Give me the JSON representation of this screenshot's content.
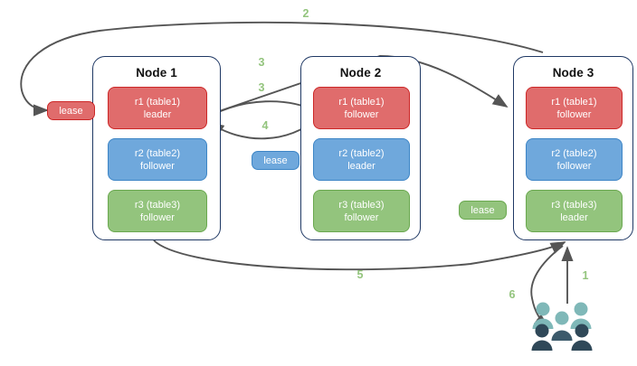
{
  "diagram": {
    "title": "Distributed range lease / replica diagram",
    "background": "#ffffff",
    "colors": {
      "red_fill": "#e06c6c",
      "red_stroke": "#cc2727",
      "blue_fill": "#6fa8dc",
      "blue_stroke": "#3d85c6",
      "green_fill": "#93c47d",
      "green_stroke": "#6aa84f",
      "node_border": "#1f3864",
      "edge_stroke": "#555555",
      "label_green": "#93c47d",
      "users_light": "#7fb8b8",
      "users_dark": "#2f4858"
    }
  },
  "nodes": [
    {
      "id": "node-1",
      "title": "Node 1",
      "replicas": [
        {
          "id": "n1-r1",
          "color": "red",
          "line1": "r1 (table1)",
          "line2": "leader"
        },
        {
          "id": "n1-r2",
          "color": "blue",
          "line1": "r2 (table2)",
          "line2": "follower"
        },
        {
          "id": "n1-r3",
          "color": "green",
          "line1": "r3 (table3)",
          "line2": "follower"
        }
      ]
    },
    {
      "id": "node-2",
      "title": "Node 2",
      "replicas": [
        {
          "id": "n2-r1",
          "color": "red",
          "line1": "r1 (table1)",
          "line2": "follower"
        },
        {
          "id": "n2-r2",
          "color": "blue",
          "line1": "r2 (table2)",
          "line2": "leader"
        },
        {
          "id": "n2-r3",
          "color": "green",
          "line1": "r3 (table3)",
          "line2": "follower"
        }
      ]
    },
    {
      "id": "node-3",
      "title": "Node 3",
      "replicas": [
        {
          "id": "n3-r1",
          "color": "red",
          "line1": "r1 (table1)",
          "line2": "follower"
        },
        {
          "id": "n3-r2",
          "color": "blue",
          "line1": "r2 (table2)",
          "line2": "follower"
        },
        {
          "id": "n3-r3",
          "color": "green",
          "line1": "r3 (table3)",
          "line2": "leader"
        }
      ]
    }
  ],
  "leases": [
    {
      "id": "lease-red",
      "label": "lease",
      "color": "red"
    },
    {
      "id": "lease-blue",
      "label": "lease",
      "color": "blue"
    },
    {
      "id": "lease-green",
      "label": "lease",
      "color": "green"
    }
  ],
  "edge_labels": [
    {
      "id": "edge-label-2",
      "text": "2",
      "desc": "long top arc ending at red lease box"
    },
    {
      "id": "edge-label-3a",
      "text": "3",
      "desc": "node1 to node3 diagonal"
    },
    {
      "id": "edge-label-3b",
      "text": "3",
      "desc": "node1 to node2 upper lens arc"
    },
    {
      "id": "edge-label-4",
      "text": "4",
      "desc": "node2 back to node1 lower lens arc"
    },
    {
      "id": "edge-label-5",
      "text": "5",
      "desc": "node1 bottom to node3 bottom"
    },
    {
      "id": "edge-label-1",
      "text": "1",
      "desc": "users up to node3"
    },
    {
      "id": "edge-label-6",
      "text": "6",
      "desc": "node3 down to users"
    }
  ],
  "actors": {
    "users": {
      "id": "users-group",
      "name": "users-icon",
      "count_shown": 6
    }
  }
}
